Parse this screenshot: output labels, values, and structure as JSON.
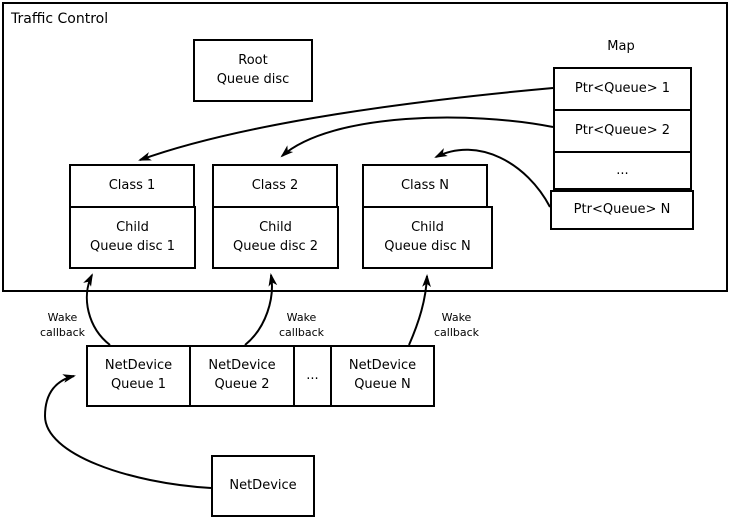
{
  "colors": {
    "line": "#000000",
    "background": "#ffffff"
  },
  "traffic_control": {
    "title": "Traffic Control"
  },
  "root_box": {
    "line1": "Root",
    "line2": "Queue disc"
  },
  "map": {
    "title": "Map",
    "rows": [
      "Ptr<Queue> 1",
      "Ptr<Queue> 2",
      "...",
      "Ptr<Queue> N"
    ]
  },
  "classes": [
    {
      "name": "Class 1",
      "child_line1": "Child",
      "child_line2": "Queue disc 1"
    },
    {
      "name": "Class 2",
      "child_line1": "Child",
      "child_line2": "Queue disc 2"
    },
    {
      "name": "Class N",
      "child_line1": "Child",
      "child_line2": "Queue disc N"
    }
  ],
  "wake_labels": [
    {
      "line1": "Wake",
      "line2": "callback"
    },
    {
      "line1": "Wake",
      "line2": "callback"
    },
    {
      "line1": "Wake",
      "line2": "callback"
    }
  ],
  "queue_row": {
    "cells": [
      {
        "line1": "NetDevice",
        "line2": "Queue 1"
      },
      {
        "line1": "NetDevice",
        "line2": "Queue 2"
      },
      {
        "line1": "..."
      },
      {
        "line1": "NetDevice",
        "line2": "Queue N"
      }
    ]
  },
  "netdevice_box": {
    "label": "NetDevice"
  }
}
